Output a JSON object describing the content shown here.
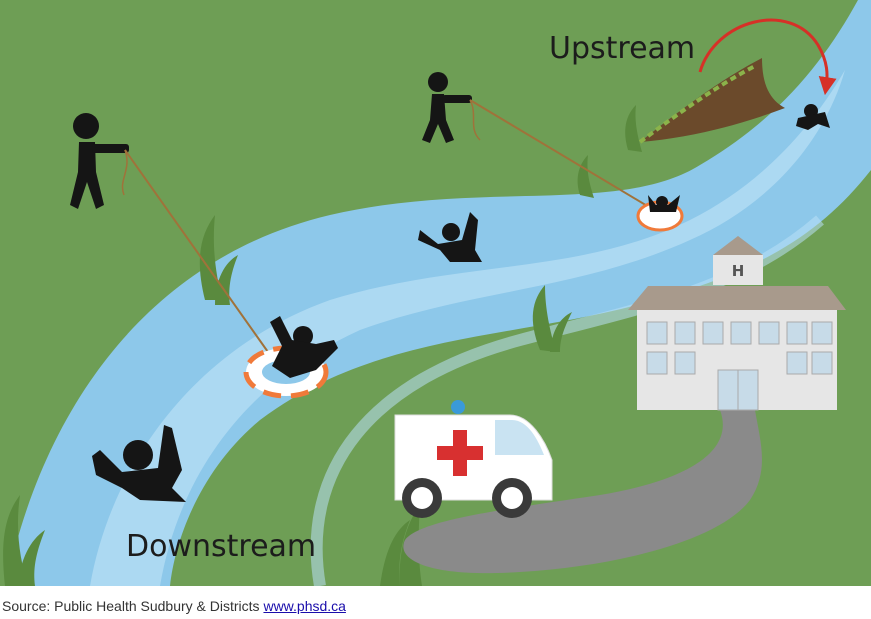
{
  "labels": {
    "upstream": "Upstream",
    "downstream": "Downstream",
    "hospital_sign": "H"
  },
  "caption": {
    "text": "Source: Public Health Sudbury & Districts",
    "link_text": "www.phsd.ca"
  },
  "colors": {
    "grass": "#6e9e55",
    "river": "#8dc8ea",
    "river_highlight": "#b9e0f5",
    "figure": "#151515",
    "arrow": "#d63027",
    "lifebuoy": "#f07a3a",
    "cross": "#d83030",
    "hospital": "#e6e6e6",
    "roof": "#a89a8c",
    "road": "#8a8a8a",
    "siren": "#3a9ad9"
  },
  "icons": {
    "people_on_bank": [
      "person-with-rope-icon",
      "person-with-rope-icon"
    ],
    "people_in_water": [
      "drowning-person-icon",
      "drowning-person-icon",
      "drowning-person-icon",
      "falling-person-icon"
    ],
    "lifebuoys": [
      "lifebuoy-icon",
      "lifebuoy-icon"
    ],
    "vehicles": [
      "ambulance-icon"
    ],
    "buildings": [
      "hospital-icon"
    ],
    "other": [
      "cliff-icon",
      "curved-arrow-icon",
      "road-icon"
    ]
  }
}
